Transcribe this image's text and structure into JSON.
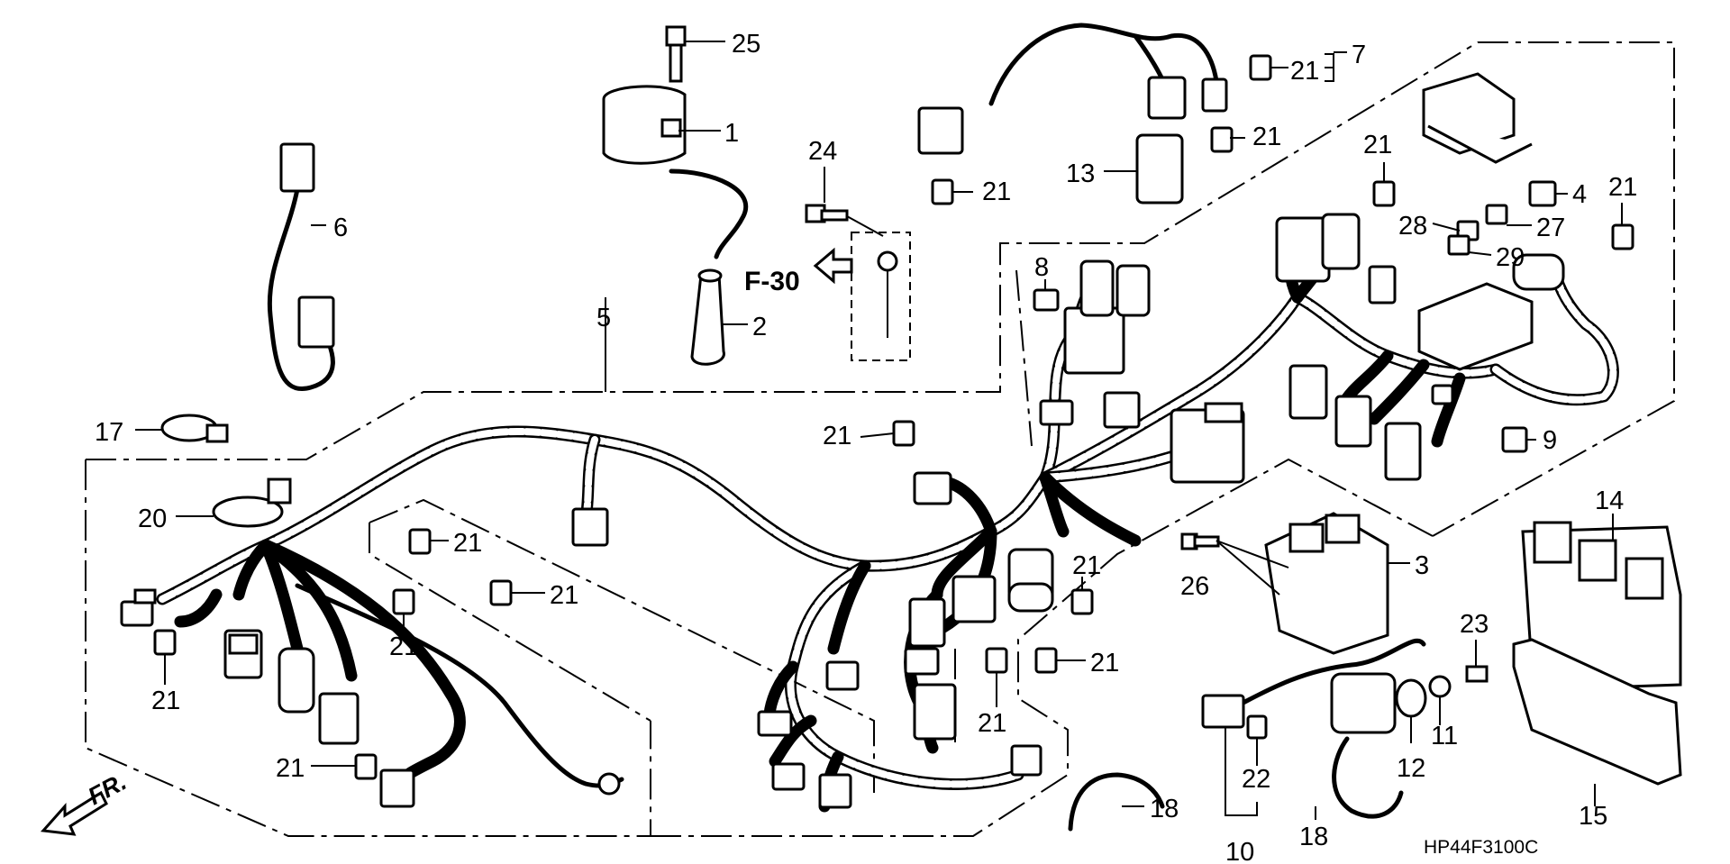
{
  "diagram": {
    "code": "HP44F3100C",
    "ref_label": "F-30",
    "direction_label": "FR.",
    "callouts": [
      "1",
      "2",
      "3",
      "4",
      "5",
      "6",
      "7",
      "8",
      "9",
      "10",
      "11",
      "12",
      "13",
      "14",
      "15",
      "17",
      "18",
      "20",
      "21",
      "22",
      "23",
      "24",
      "25",
      "26",
      "27",
      "28",
      "29"
    ]
  }
}
